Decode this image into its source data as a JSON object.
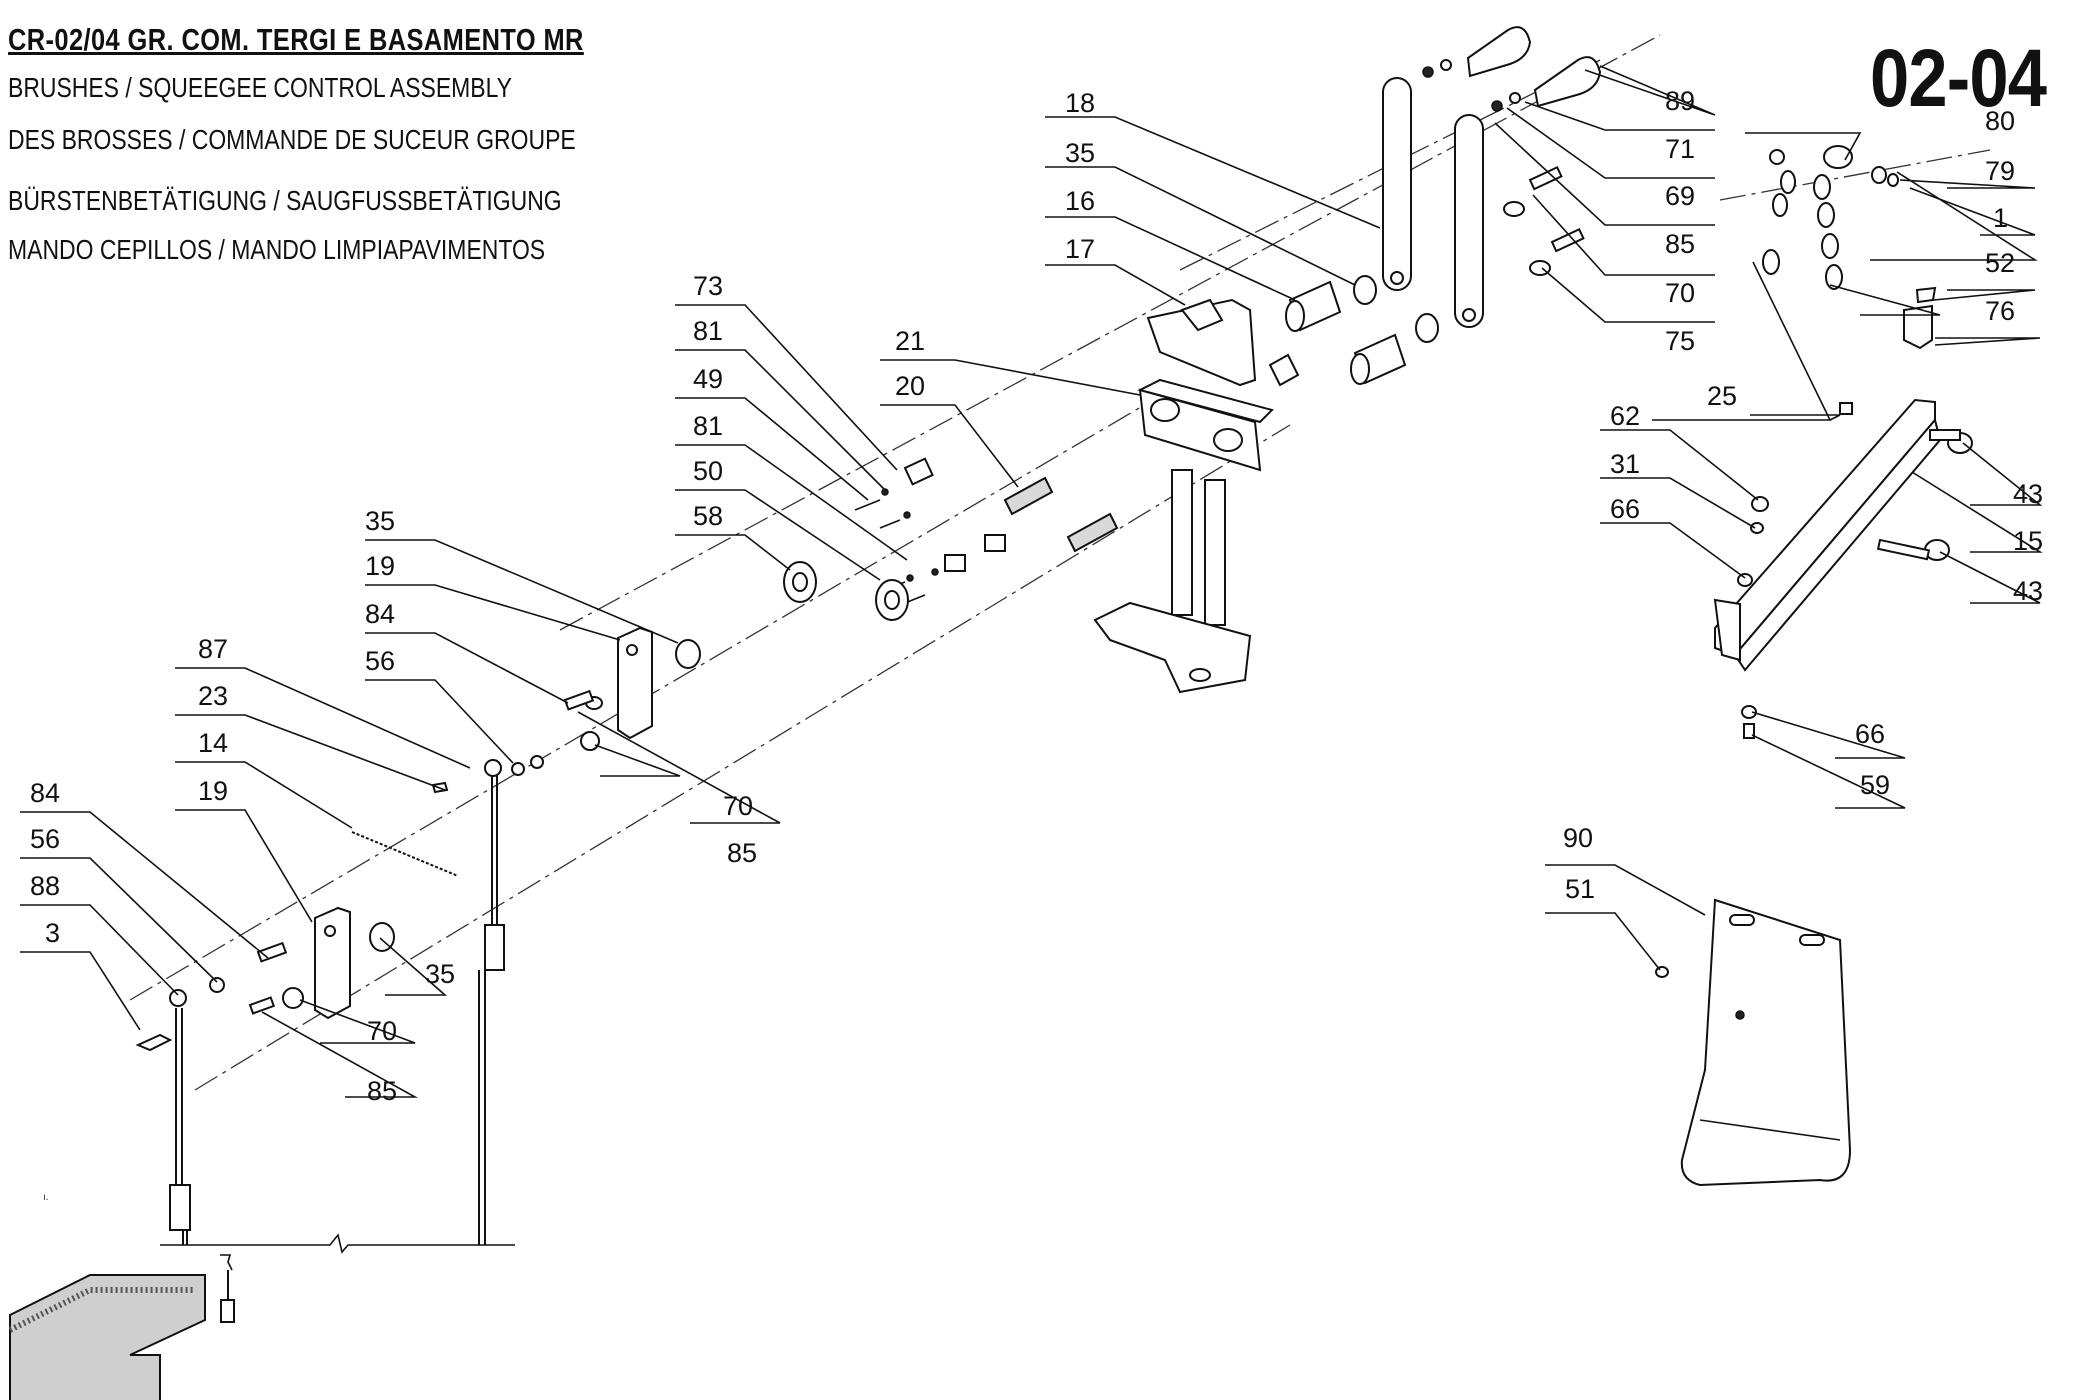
{
  "header": {
    "title": "CR-02/04 GR. COM. TERGI E BASAMENTO MR",
    "lines": [
      "BRUSHES  / SQUEEGEE CONTROL ASSEMBLY",
      "DES BROSSES / COMMANDE DE SUCEUR GROUPE",
      "BÜRSTENBETÄTIGUNG / SAUGFUSSBETÄTIGUNG",
      "MANDO CEPILLOS / MANDO LIMPIAPAVIMENTOS"
    ],
    "page_code": "02-04"
  },
  "callouts": [
    {
      "id": "c1",
      "text": "18"
    },
    {
      "id": "c2",
      "text": "35"
    },
    {
      "id": "c3",
      "text": "16"
    },
    {
      "id": "c4",
      "text": "17"
    },
    {
      "id": "c5",
      "text": "89"
    },
    {
      "id": "c6",
      "text": "71"
    },
    {
      "id": "c7",
      "text": "69"
    },
    {
      "id": "c8",
      "text": "85"
    },
    {
      "id": "c9",
      "text": "70"
    },
    {
      "id": "c10",
      "text": "75"
    },
    {
      "id": "c11",
      "text": "80"
    },
    {
      "id": "c12",
      "text": "79"
    },
    {
      "id": "c13",
      "text": "1"
    },
    {
      "id": "c14",
      "text": "52"
    },
    {
      "id": "c15",
      "text": "76"
    },
    {
      "id": "c16",
      "text": "25"
    },
    {
      "id": "c17",
      "text": "73"
    },
    {
      "id": "c18",
      "text": "81"
    },
    {
      "id": "c19",
      "text": "49"
    },
    {
      "id": "c20",
      "text": "81"
    },
    {
      "id": "c21",
      "text": "50"
    },
    {
      "id": "c22",
      "text": "58"
    },
    {
      "id": "c23",
      "text": "21"
    },
    {
      "id": "c24",
      "text": "20"
    },
    {
      "id": "c25",
      "text": "35"
    },
    {
      "id": "c26",
      "text": "19"
    },
    {
      "id": "c27",
      "text": "84"
    },
    {
      "id": "c28",
      "text": "56"
    },
    {
      "id": "c29",
      "text": "87"
    },
    {
      "id": "c30",
      "text": "23"
    },
    {
      "id": "c31",
      "text": "14"
    },
    {
      "id": "c32",
      "text": "19"
    },
    {
      "id": "c33",
      "text": "84"
    },
    {
      "id": "c34",
      "text": "56"
    },
    {
      "id": "c35",
      "text": "88"
    },
    {
      "id": "c36",
      "text": "3"
    },
    {
      "id": "c37",
      "text": "70"
    },
    {
      "id": "c38",
      "text": "85"
    },
    {
      "id": "c39",
      "text": "35"
    },
    {
      "id": "c40",
      "text": "70"
    },
    {
      "id": "c41",
      "text": "85"
    },
    {
      "id": "c42",
      "text": "62"
    },
    {
      "id": "c43",
      "text": "31"
    },
    {
      "id": "c44",
      "text": "66"
    },
    {
      "id": "c45",
      "text": "43"
    },
    {
      "id": "c46",
      "text": "15"
    },
    {
      "id": "c47",
      "text": "43"
    },
    {
      "id": "c48",
      "text": "66"
    },
    {
      "id": "c49",
      "text": "59"
    },
    {
      "id": "c50",
      "text": "90"
    },
    {
      "id": "c51",
      "text": "51"
    }
  ]
}
